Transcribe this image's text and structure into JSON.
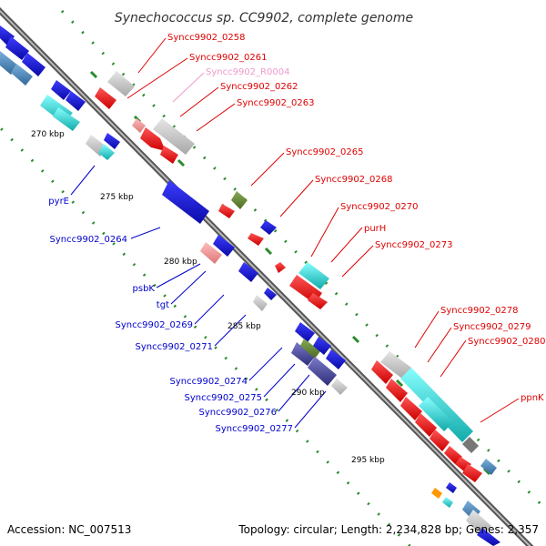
{
  "title": "Synechococcus sp. CC9902, complete genome",
  "footer": {
    "accession": "Accession: NC_007513",
    "summary": "Topology: circular; Length: 2,234,828 bp; Genes: 2,357"
  },
  "colors": {
    "backbone": "#999999",
    "forward_feature": "#ee1111",
    "reverse_feature": "#1a1aee",
    "rna": "#33cccc",
    "other_gene": "#c8c8c8",
    "pseudo_or_misc": "#668833",
    "label_red": "#dd0000",
    "label_blue": "#0000cc",
    "label_pink": "#ee99cc",
    "tick": "#2a8a2a"
  },
  "kbp_ticks": [
    "270 kbp",
    "275 kbp",
    "280 kbp",
    "285 kbp",
    "290 kbp",
    "295 kbp"
  ],
  "labels_red": [
    "Syncc9902_0258",
    "Syncc9902_0261",
    "Syncc9902_R0004",
    "Syncc9902_0262",
    "Syncc9902_0263",
    "Syncc9902_0265",
    "Syncc9902_0268",
    "Syncc9902_0270",
    "purH",
    "Syncc9902_0273",
    "Syncc9902_0278",
    "Syncc9902_0279",
    "Syncc9902_0280",
    "ppnK"
  ],
  "labels_blue": [
    "pyrE",
    "Syncc9902_0264",
    "psbK",
    "tgt",
    "Syncc9902_0269",
    "Syncc9902_0271",
    "Syncc9902_0274",
    "Syncc9902_0275",
    "Syncc9902_0276",
    "Syncc9902_0277"
  ]
}
